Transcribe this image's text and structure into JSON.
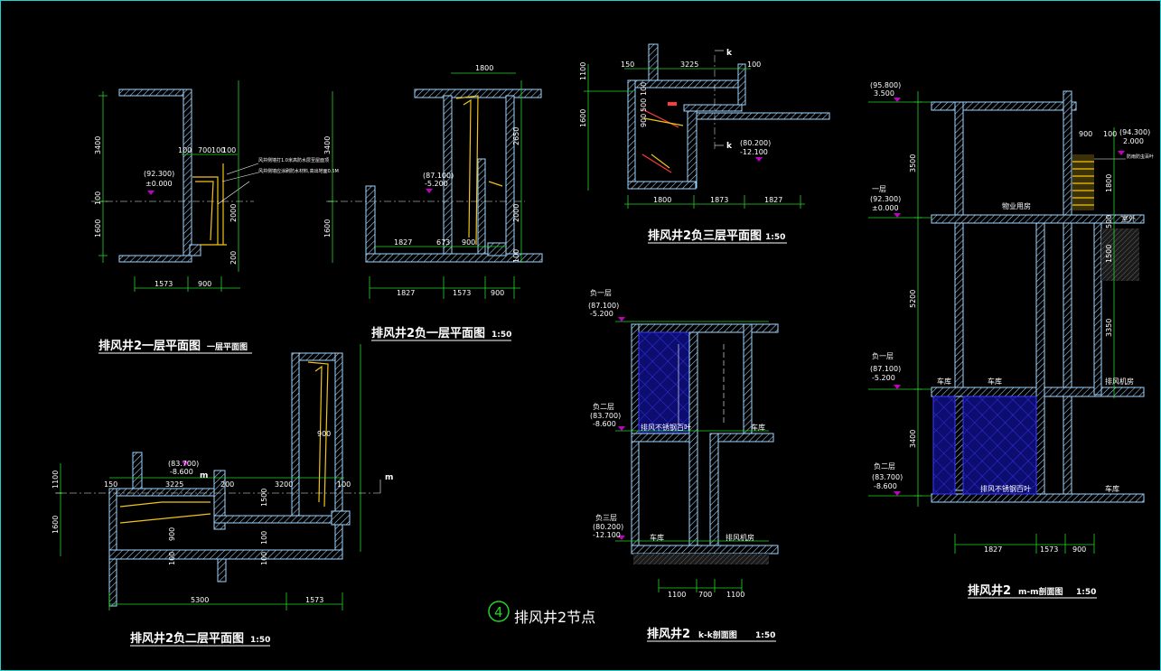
{
  "sheet_title": "排风井2节点",
  "detail_number": "4",
  "colors": {
    "background": "#000000",
    "border": "#1fd3d3",
    "dimension": "#27d32b",
    "wall_hatch": "#9fd6ff",
    "equipment": "#f2c318",
    "marker": "#c000c0",
    "section_fill": "#1a1ab0"
  },
  "views": {
    "plan_1f": {
      "title": "排风井2一层平面图",
      "suffix": "一层平面图",
      "dims_top": [
        "100",
        "700",
        "100",
        "100"
      ],
      "dims_left": [
        "3400",
        "100",
        "1600"
      ],
      "dims_right": [
        "2000",
        "200"
      ],
      "dims_bottom": [
        "1573",
        "900"
      ],
      "level": "(92.300)",
      "level2": "±0.000",
      "notes": [
        "风井侧墙打1.0米高防水层至屋面顶",
        "风井侧墙应涂刷防水材料,高出地面0.5M"
      ]
    },
    "plan_b1": {
      "title": "排风井2负一层平面图",
      "scale": "1:50",
      "dims_top": [
        "1800"
      ],
      "dims_left": [
        "3400",
        "1600"
      ],
      "dims_right": [
        "2650",
        "2000",
        "100"
      ],
      "dims_mid": [
        "1827",
        "673",
        "900"
      ],
      "dims_bottom": [
        "1827",
        "1573",
        "900"
      ],
      "level": "(87.100)",
      "level2": "-5.200"
    },
    "plan_b3": {
      "title": "排风井2负三层平面图",
      "scale": "1:50",
      "dims_top": [
        "150",
        "3225",
        "100"
      ],
      "dims_left": [
        "1100",
        "1600"
      ],
      "dims_inner": [
        "100",
        "500",
        "900"
      ],
      "dims_bottom": [
        "1800",
        "1873",
        "1827"
      ],
      "section_mark": "k",
      "level": "(80.200)",
      "level2": "-12.100"
    },
    "plan_b2": {
      "title": "排风井2负二层平面图",
      "scale": "1:50",
      "dims_top": [
        "150",
        "3225",
        "200",
        "3200",
        "100"
      ],
      "dims_left": [
        "1100",
        "1600"
      ],
      "dims_inner": [
        "900",
        "1500",
        "900",
        "100",
        "100",
        "100"
      ],
      "dims_bottom": [
        "5300",
        "1573"
      ],
      "section_mark": "m",
      "level": "(83.700)",
      "level2": "-8.600"
    },
    "section_kk": {
      "title": "排风井2",
      "section_name": "k-k剖面图",
      "scale": "1:50",
      "levels": [
        {
          "name": "负一层",
          "value": "(87.100)",
          "value2": "-5.200"
        },
        {
          "name": "负二层",
          "value": "(83.700)",
          "value2": "-8.600"
        },
        {
          "name": "负三层",
          "value": "(80.200)",
          "value2": "-12.100"
        }
      ],
      "labels": [
        "排风不锈钢百叶",
        "车库",
        "车库",
        "排风机房"
      ],
      "dims_bottom": [
        "1100",
        "700",
        "1100"
      ]
    },
    "section_mm": {
      "title": "排风井2",
      "section_name": "m-m剖面图",
      "scale": "1:50",
      "levels": [
        {
          "name": "",
          "value": "(95.800)",
          "value2": "3.500"
        },
        {
          "name": "一层",
          "value": "(92.300)",
          "value2": "±0.000"
        },
        {
          "name": "负一层",
          "value": "(87.100)",
          "value2": "-5.200"
        },
        {
          "name": "负二层",
          "value": "(83.700)",
          "value2": "-8.600"
        }
      ],
      "right_level": {
        "value": "(94.300)",
        "value2": "2.000"
      },
      "dims_left": [
        "3500",
        "5200",
        "3400"
      ],
      "dims_right": [
        "900",
        "100",
        "1800",
        "500",
        "1500",
        "3350"
      ],
      "labels": [
        "物业用房",
        "车库",
        "车库",
        "排风机房",
        "排风不锈钢百叶",
        "车库",
        "室外",
        "防雨防虫百叶"
      ],
      "dims_bottom": [
        "1827",
        "1573",
        "900"
      ]
    }
  }
}
